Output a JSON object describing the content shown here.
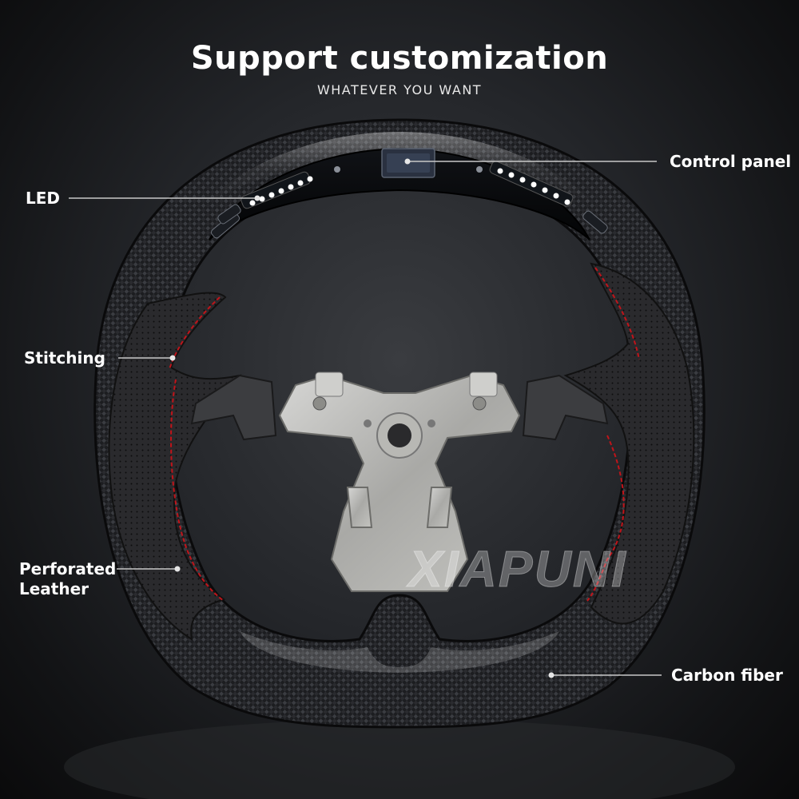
{
  "header": {
    "title": "Support customization",
    "subtitle": "WHATEVER YOU WANT"
  },
  "callouts": {
    "led": "LED",
    "control_panel": "Control panel",
    "stitching": "Stitching",
    "perforated_line1": "Perforated",
    "perforated_line2": "Leather",
    "carbon_fiber": "Carbon fiber"
  },
  "watermark": "XIAPUNI",
  "colors": {
    "stitch": "#c0141a",
    "led": "#e8f4ff",
    "leader": "#c8c8c8"
  }
}
